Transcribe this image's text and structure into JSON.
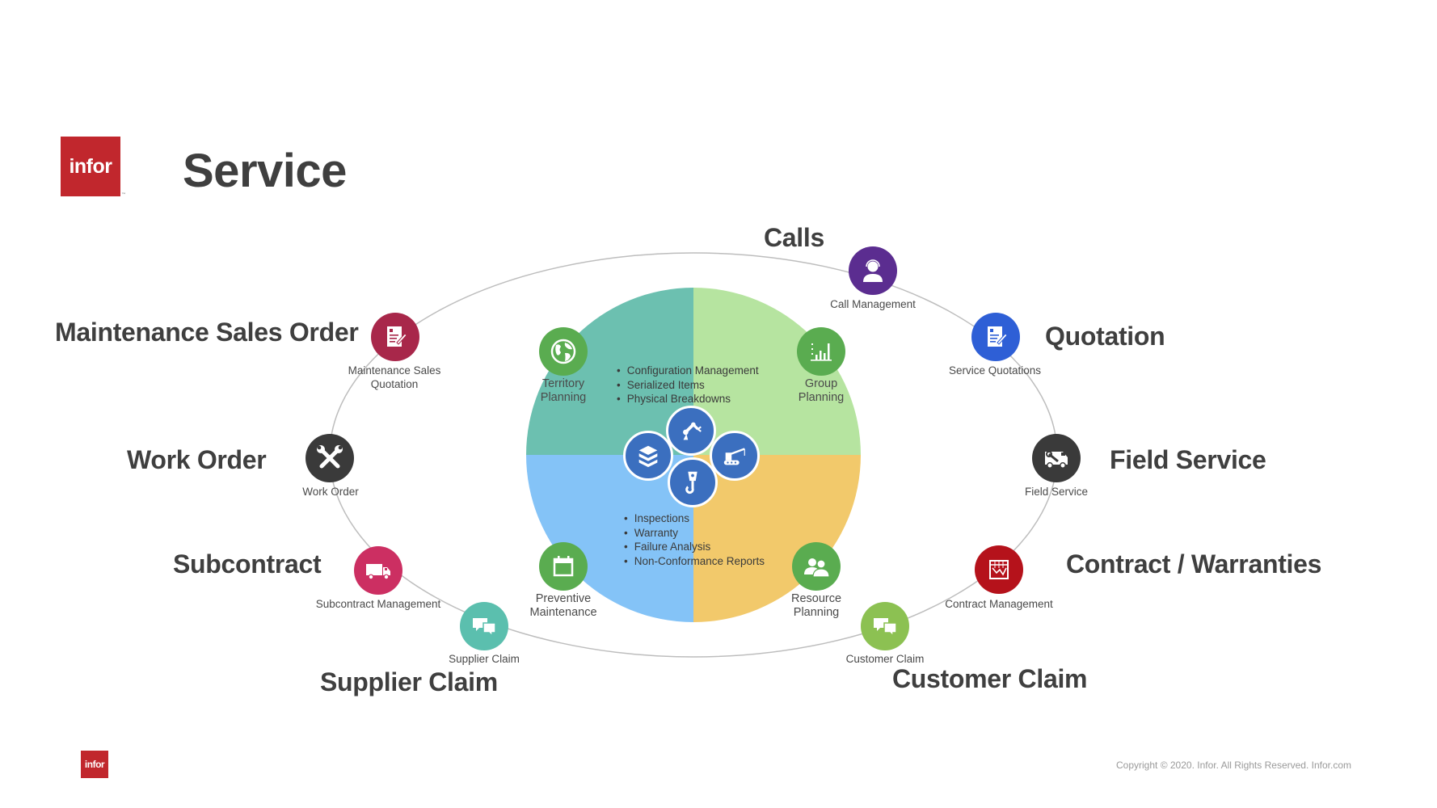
{
  "header": {
    "logo_text": "infor",
    "title": "Service"
  },
  "colors": {
    "brand_red": "#c1272d",
    "title_gray": "#3f3f3f",
    "quadrant_teal": "#6cc0b0",
    "quadrant_lightgreen": "#b6e4a0",
    "quadrant_blue": "#84c3f7",
    "quadrant_orange": "#f2c96b",
    "inner_node_green": "#5aac50",
    "hub_blue": "#3b6fbf"
  },
  "categories": [
    {
      "label": "Calls",
      "node_label": "Call Management",
      "icon": "headset-user-icon",
      "color": "#5b2d90"
    },
    {
      "label": "Quotation",
      "node_label": "Service Quotations",
      "icon": "document-edit-icon",
      "color": "#2e5fd6"
    },
    {
      "label": "Field Service",
      "node_label": "Field Service",
      "icon": "van-wrench-icon",
      "color": "#3a3a3a"
    },
    {
      "label": "Contract / Warranties",
      "node_label": "Contract Management",
      "icon": "contract-chart-icon",
      "color": "#b5121b"
    },
    {
      "label": "Customer Claim",
      "node_label": "Customer Claim",
      "icon": "chat-bubbles-icon",
      "color": "#8cc152"
    },
    {
      "label": "Supplier Claim",
      "node_label": "Supplier Claim",
      "icon": "chat-bubbles-icon",
      "color": "#5bbfae"
    },
    {
      "label": "Subcontract",
      "node_label": "Subcontract Management",
      "icon": "truck-icon",
      "color": "#cc2f62"
    },
    {
      "label": "Work Order",
      "node_label": "Work Order",
      "icon": "crossed-wrenches-icon",
      "color": "#3a3a3a"
    },
    {
      "label": "Maintenance Sales Order",
      "node_label_line1": "Maintenance Sales",
      "node_label_line2": "Quotation",
      "icon": "document-edit-icon",
      "color": "#a8274a"
    }
  ],
  "inner": {
    "territory": {
      "line1": "Territory",
      "line2": "Planning",
      "icon": "globe-icon"
    },
    "group": {
      "line1": "Group",
      "line2": "Planning",
      "icon": "bar-chart-icon"
    },
    "preventive": {
      "line1": "Preventive",
      "line2": "Maintenance",
      "icon": "calendar-icon"
    },
    "resource": {
      "line1": "Resource",
      "line2": "Planning",
      "icon": "users-icon"
    },
    "top_bullets": [
      "Configuration Management",
      "Serialized Items",
      "Physical Breakdowns"
    ],
    "bottom_bullets": [
      "Inspections",
      "Warranty",
      "Failure Analysis",
      "Non-Conformance Reports"
    ],
    "hub_icons": [
      "robot-arm-icon",
      "cube-stack-icon",
      "crane-icon",
      "crane-hook-icon"
    ]
  },
  "footer": {
    "logo_text": "infor",
    "copyright": "Copyright © 2020. Infor. All Rights Reserved. Infor.com"
  }
}
